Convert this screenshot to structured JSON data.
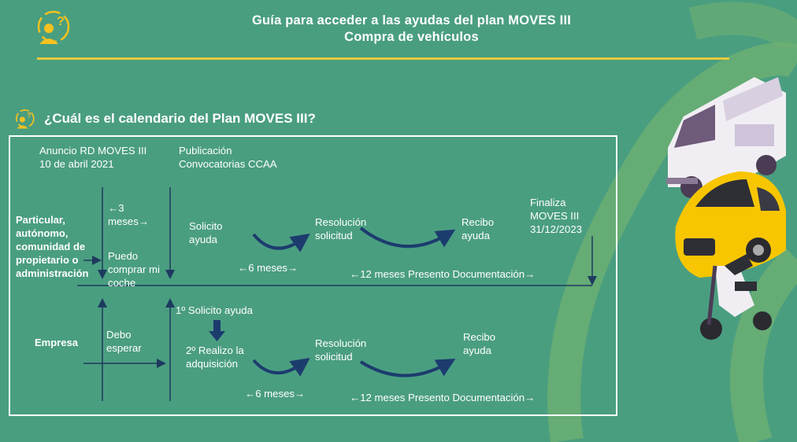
{
  "header": {
    "title_line1": "Guía para acceder a las ayudas del plan MOVES III",
    "title_line2": "Compra de vehículos",
    "logo_icon": "help-person-icon"
  },
  "section": {
    "title": "¿Cuál es el calendario del Plan MOVES III?",
    "icon": "help-person-icon"
  },
  "timeline": {
    "announce_line1": "Anuncio RD MOVES III",
    "announce_line2": "10 de abril 2021",
    "publish_line1": "Publicación",
    "publish_line2": "Convocatorias CCAA",
    "finish_line1": "Finaliza",
    "finish_line2": "MOVES III",
    "finish_line3": "31/12/2023"
  },
  "particular": {
    "label_line1": "Particular,",
    "label_line2": "autónomo,",
    "label_line3": "comunidad de",
    "label_line4": "propietario o",
    "label_line5": "administración",
    "months3_line1": "←3",
    "months3_line2": "meses→",
    "buy_line1": "Puedo",
    "buy_line2": "comprar mi",
    "buy_line3": "coche",
    "request_line1": "Solicito",
    "request_line2": "ayuda",
    "resolution_line1": "Resolución",
    "resolution_line2": "solicitud",
    "receive_line1": "Recibo",
    "receive_line2": "ayuda",
    "six_months": "←6 meses→",
    "twelve_months": "←12 meses Presento Documentación→"
  },
  "empresa": {
    "label": "Empresa",
    "wait_line1": "Debo",
    "wait_line2": "esperar",
    "step1": "1º Solicito ayuda",
    "step2_line1": "2º Realizo la",
    "step2_line2": "adquisición",
    "resolution_line1": "Resolución",
    "resolution_line2": "solicitud",
    "receive_line1": "Recibo",
    "receive_line2": "ayuda",
    "six_months": "←6 meses→",
    "twelve_months": "←12 meses Presento Documentación→"
  },
  "colors": {
    "background": "#4a9e80",
    "accent_line": "#e8c93a",
    "arrow_dark": "#1c3c6e",
    "rule_line": "#1e3a5f"
  }
}
